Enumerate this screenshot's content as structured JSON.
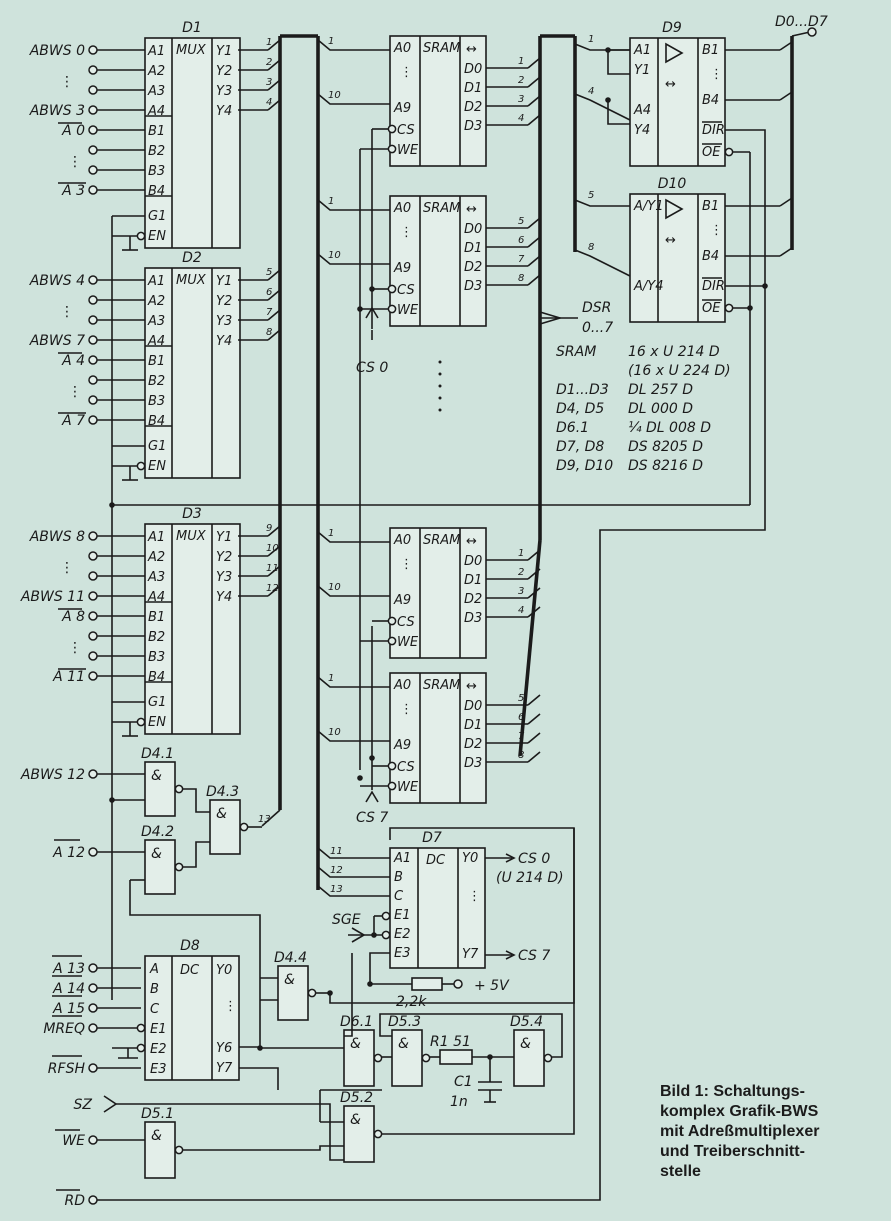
{
  "caption": [
    "Bild 1: Schaltungs-",
    "komplex Grafik-BWS",
    "mit Adreßmultiplexer",
    "und Treiberschnitt-",
    "stelle"
  ],
  "data_bus_label": "D0...D7",
  "dsr_label": [
    "DSR",
    "0...7"
  ],
  "cs0_label": "CS 0",
  "cs7_label": "CS 7",
  "sge_label": "SGE",
  "d7_out_top": "CS 0",
  "d7_out_top_sub": "(U 214 D)",
  "d7_out_bottom": "CS 7",
  "resistor_value": "2,2k",
  "supply": "+ 5V",
  "r1_label": "R1  51",
  "c1_label": [
    "C1",
    "1n"
  ],
  "parts_list": [
    [
      "SRAM",
      "16 x U 214 D"
    ],
    [
      "",
      "(16 x U 224 D)"
    ],
    [
      "D1...D3",
      "DL 257 D"
    ],
    [
      "D4, D5",
      "DL 000 D"
    ],
    [
      "D6.1",
      "¼ DL 008 D"
    ],
    [
      "D7, D8",
      "DS 8205 D"
    ],
    [
      "D9, D10",
      "DS 8216 D"
    ]
  ],
  "inputs": {
    "mux1": [
      "ABWS 0",
      "ABWS 3",
      "A 0",
      "A 3"
    ],
    "mux2": [
      "ABWS 4",
      "ABWS 7",
      "A 4",
      "A 7"
    ],
    "mux3": [
      "ABWS 8",
      "ABWS 11",
      "A 8",
      "A 11"
    ],
    "abws12": "ABWS 12",
    "a12": "A 12",
    "d8": [
      "A 13",
      "A 14",
      "A 15",
      "MREQ",
      "RFSH"
    ],
    "sz": "SZ",
    "we": "WE",
    "rd": "RD"
  },
  "mux": [
    {
      "name": "D1",
      "outs": [
        "1",
        "2",
        "3",
        "4"
      ]
    },
    {
      "name": "D2",
      "outs": [
        "5",
        "6",
        "7",
        "8"
      ]
    },
    {
      "name": "D3",
      "outs": [
        "9",
        "10",
        "11",
        "12"
      ]
    }
  ],
  "mux_pins": {
    "left": [
      "A1",
      "A2",
      "A3",
      "A4",
      "B1",
      "B2",
      "B3",
      "B4",
      "G1",
      "EN"
    ],
    "right": [
      "Y1",
      "Y2",
      "Y3",
      "Y4"
    ],
    "title": "MUX"
  },
  "sram": {
    "title": "SRAM",
    "pins_left": [
      "A0",
      "A9",
      "CS",
      "WE"
    ],
    "pins_right": [
      "D0",
      "D1",
      "D2",
      "D3"
    ],
    "addr_first": "1",
    "addr_last": "10"
  },
  "sram_chips": [
    {
      "data_nums": [
        "1",
        "2",
        "3",
        "4"
      ]
    },
    {
      "data_nums": [
        "5",
        "6",
        "7",
        "8"
      ]
    },
    {
      "data_nums": [
        "1",
        "2",
        "3",
        "4"
      ]
    },
    {
      "data_nums": [
        "5",
        "6",
        "7",
        "8"
      ]
    }
  ],
  "drivers": [
    {
      "name": "D9",
      "in_top": "A1",
      "in_mid": "Y1",
      "in_low": "A4",
      "in_bot": "Y4",
      "pins_right": [
        "B1",
        "B4",
        "DIR",
        "OE"
      ],
      "nums": [
        "1",
        "4"
      ]
    },
    {
      "name": "D10",
      "in_top": "A/Y1",
      "in_mid": "",
      "in_low": "",
      "in_bot": "A/Y4",
      "pins_right": [
        "B1",
        "B4",
        "DIR",
        "OE"
      ],
      "nums": [
        "5",
        "8"
      ]
    }
  ],
  "gates": {
    "d41": "D4.1",
    "d42": "D4.2",
    "d43": "D4.3",
    "d44": "D4.4",
    "d51": "D5.1",
    "d52": "D5.2",
    "d53": "D5.3",
    "d54": "D5.4",
    "d61": "D6.1",
    "amp": "&",
    "pin13": "13"
  },
  "d7": {
    "name": "D7",
    "title": "DC",
    "left": [
      "A1",
      "B",
      "C",
      "E1",
      "E2",
      "E3"
    ],
    "right": [
      "Y0",
      "Y7"
    ],
    "nums": [
      "11",
      "12",
      "13"
    ]
  },
  "d8": {
    "name": "D8",
    "title": "DC",
    "left": [
      "A",
      "B",
      "C",
      "E1",
      "E2",
      "E3"
    ],
    "right": [
      "Y0",
      "Y6",
      "Y7"
    ]
  }
}
